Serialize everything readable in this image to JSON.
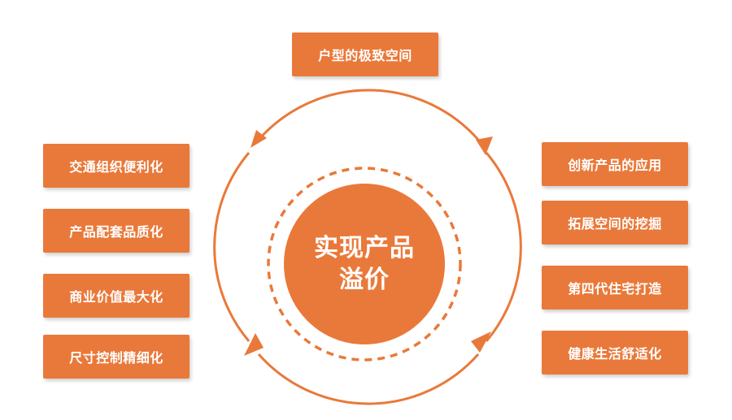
{
  "colors": {
    "accent": "#E9793A",
    "ring": "#E9793A",
    "text_on_accent": "#ffffff"
  },
  "center": {
    "line1": "实现产品",
    "line2": "溢价"
  },
  "top_box": {
    "label": "户型的极致空间"
  },
  "left_boxes": [
    {
      "label": "交通组织便利化"
    },
    {
      "label": "产品配套品质化"
    },
    {
      "label": "商业价值最大化"
    },
    {
      "label": "尺寸控制精细化"
    }
  ],
  "right_boxes": [
    {
      "label": "创新产品的应用"
    },
    {
      "label": "拓展空间的挖掘"
    },
    {
      "label": "第四代住宅打造"
    },
    {
      "label": "健康生活舒适化"
    }
  ]
}
